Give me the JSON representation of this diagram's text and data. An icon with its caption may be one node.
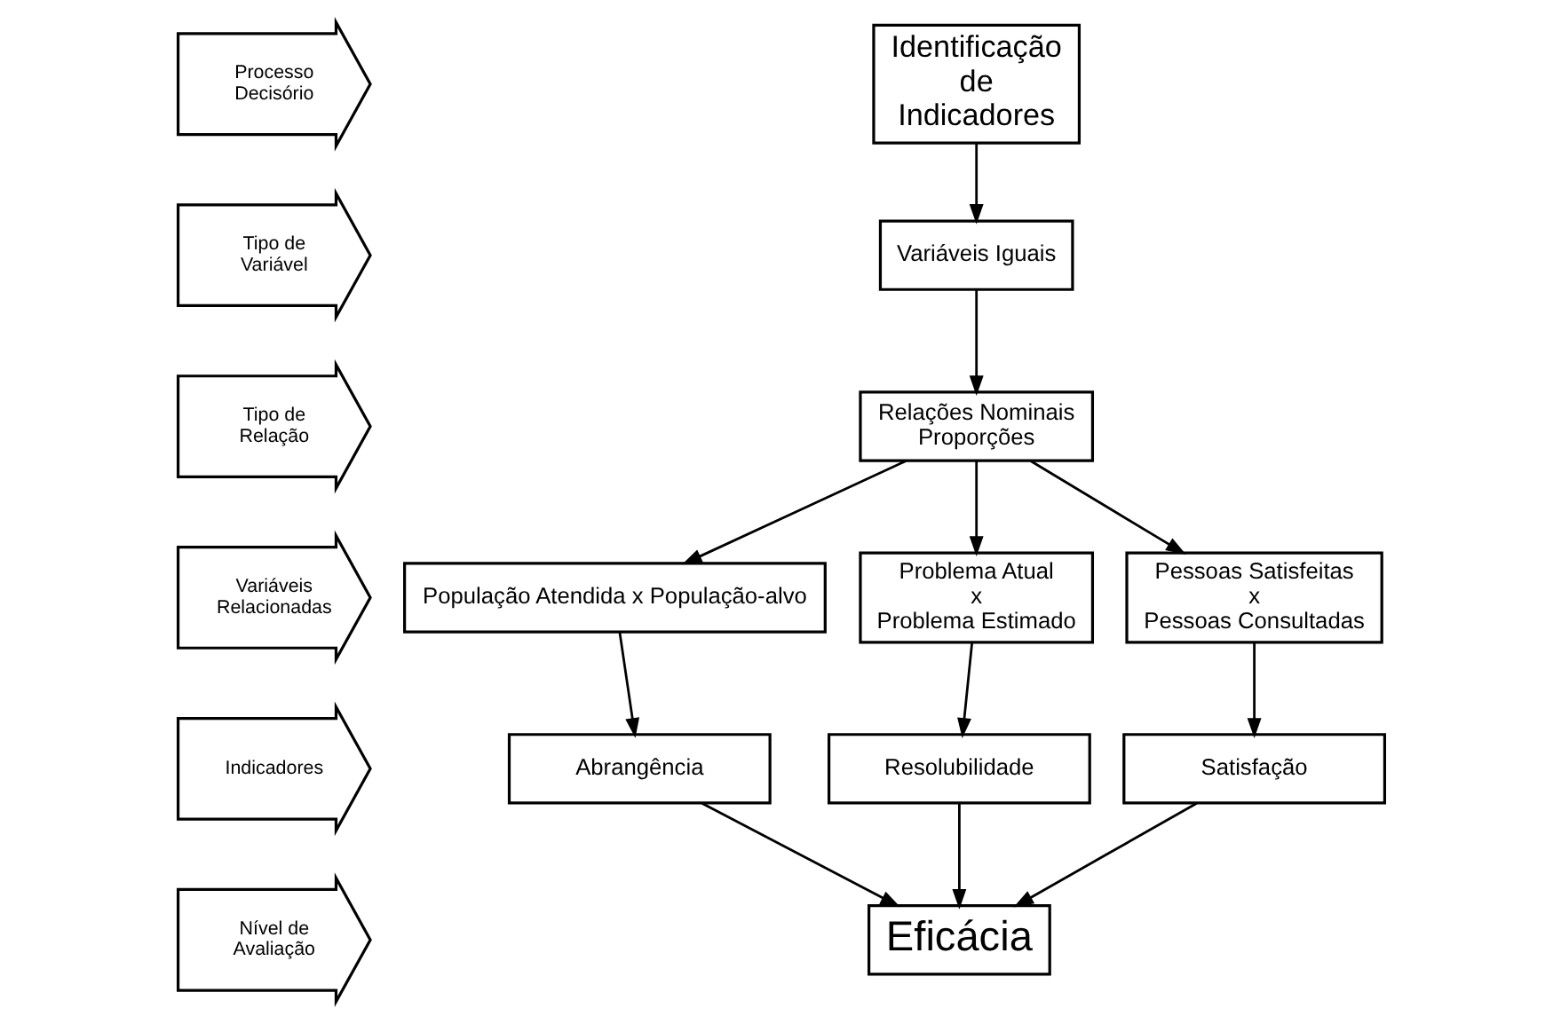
{
  "diagram": {
    "nodes": [
      {
        "text": [
          "Processo Decisório"
        ]
      },
      {
        "text": [
          "Tipo de Variável"
        ]
      },
      {
        "text": [
          "Tipo de Relação"
        ]
      },
      {
        "text": [
          "Variáveis Relacionadas"
        ]
      },
      {
        "text": [
          "Indicadores"
        ]
      },
      {
        "text": [
          "Nível de Avaliação"
        ]
      },
      {
        "text": [
          "Identificação de Indicadores"
        ]
      },
      {
        "text": [
          "Variáveis Iguais"
        ]
      },
      {
        "text": [
          "Relações Nominais Proporções"
        ]
      },
      {
        "text": [
          "População Atendida x População-alvo"
        ]
      },
      {
        "text": [
          "Problema Atual x Problema Estimado"
        ]
      },
      {
        "text": [
          "Pessoas Satisfeitas x Pessoas Consultadas"
        ]
      },
      {
        "text": [
          "Abrangência"
        ]
      },
      {
        "text": [
          "Resolubilidade"
        ]
      },
      {
        "text": [
          "Satisfação"
        ]
      },
      {
        "text": [
          "Eficácia"
        ]
      }
    ],
    "edges": [
      {
        "from": 6,
        "to": 7,
        "arrow": "to"
      },
      {
        "from": 7,
        "to": 8,
        "arrow": "to"
      },
      {
        "from": 8,
        "to": 9,
        "arrow": "to"
      },
      {
        "from": 8,
        "to": 10,
        "arrow": "to"
      },
      {
        "from": 8,
        "to": 11,
        "arrow": "to"
      },
      {
        "from": 9,
        "to": 12,
        "arrow": "to"
      },
      {
        "from": 10,
        "to": 13,
        "arrow": "to"
      },
      {
        "from": 11,
        "to": 14,
        "arrow": "to"
      },
      {
        "from": 12,
        "to": 15,
        "arrow": "to"
      },
      {
        "from": 13,
        "to": 15,
        "arrow": "to"
      },
      {
        "from": 14,
        "to": 15,
        "arrow": "to"
      }
    ]
  }
}
